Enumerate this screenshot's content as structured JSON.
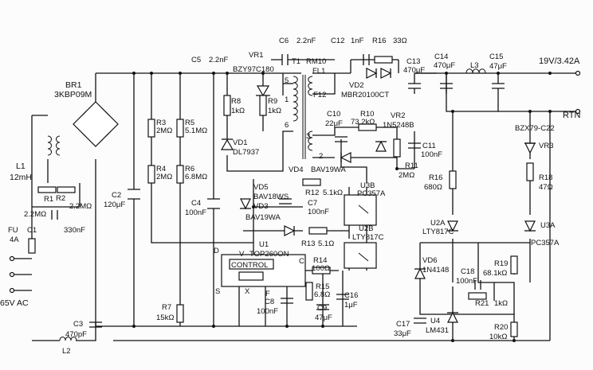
{
  "labels": {
    "br1": "BR1",
    "br1_part": "3KBP09M",
    "l1": "L1",
    "l1_val": "12mH",
    "r1": "R1",
    "r1_val": "2.2MΩ",
    "r2": "R2",
    "r2_val": "2.2MΩ",
    "c1": "C1",
    "c1_val": "330nF",
    "fu": "FU",
    "fu_val": "4A",
    "ac": "65V  AC",
    "c2": "C2",
    "c2_val": "120μF",
    "r3": "R3",
    "r3_val": "2MΩ",
    "r4": "R4",
    "r4_val": "2MΩ",
    "r5": "R5",
    "r5_val": "5.1MΩ",
    "r6": "R6",
    "r6_val": "6.8MΩ",
    "c5": "C5",
    "c5_val": "2.2nF",
    "vr1": "VR1",
    "vr1_part": "BZY97C180",
    "r8": "R8",
    "r8_val": "1kΩ",
    "r9": "R9",
    "r9_val": "1kΩ",
    "vd1": "VD1",
    "vd1_part": "DL7937",
    "c4": "C4",
    "c4_val": "100nF",
    "c6": "C6",
    "c6_val": "2.2nF",
    "t1": "T1",
    "rm10": "RM10",
    "fl1": "FL1",
    "f12": "F12",
    "pin5": "5",
    "pin1": "1",
    "pin6": "6",
    "pin3": "3",
    "pin2": "2",
    "c12": "C12",
    "c12_val": "1nF",
    "r16": "R16",
    "r16_val": "33Ω",
    "vd2": "VD2",
    "vd2_part": "MBR20100CT",
    "c13": "C13",
    "c13_val": "470μF",
    "c14": "C14",
    "c14_val": "470μF",
    "l3": "L3",
    "c15": "C15",
    "c15_val": "47μF",
    "out": "19V/3.42A",
    "rtn": "RTN",
    "c10": "C10",
    "c10_val": "22μF",
    "r10": "R10",
    "r10_val": "73.2kΩ",
    "vr2": "VR2",
    "vr2_part": "1N5248B",
    "c11": "C11",
    "c11_val": "100nF",
    "r11": "R11",
    "r11_val": "2MΩ",
    "vd4": "VD4",
    "vd4_part": "BAV19WA",
    "vd5": "VD5",
    "vd5_part": "BAV18WS",
    "vd3": "VD3",
    "vd3_part": "BAV19WA",
    "r12": "R12",
    "r12_val": "5.1kΩ",
    "c7": "C7",
    "c7_val": "100nF",
    "u3b": "U3B",
    "u3b_part": "PC357A",
    "u2b": "U2B",
    "u2b_part": "LTY817C",
    "r13": "R13",
    "r13_val": "5.1Ω",
    "u1": "U1",
    "u1_part": "TOP260ON",
    "d": "D",
    "v": "V",
    "control": "CONTROL",
    "s": "S",
    "x": "X",
    "f": "F",
    "c": "C",
    "r14": "R14",
    "r14_val": "100Ω",
    "r15": "R15",
    "r15_val": "6.8Ω",
    "c16": "C16",
    "c16_val": "1μF",
    "c8": "C8",
    "c8_val": "100nF",
    "c9": "C9",
    "c9_val": "47μF",
    "r7": "R7",
    "r7_val": "15kΩ",
    "c3": "C3",
    "c3_val": "470pF",
    "l2": "L2",
    "r16b": "R16",
    "r16b_val": "680Ω",
    "bzx": "BZX79-C22",
    "vr3": "VR3",
    "r18": "R18",
    "r18_val": "47Ω",
    "u2a": "U2A",
    "u2a_part": "LTY817C",
    "u3a": "U3A",
    "u3a_part": "PC357A",
    "vd6": "VD6",
    "vd6_part": "1N4148",
    "c18": "C18",
    "c18_val": "100nF",
    "r19": "R19",
    "r19_val": "68.1kΩ",
    "r21": "R21",
    "r21_val": "1kΩ",
    "c17": "C17",
    "c17_val": "33μF",
    "u4": "U4",
    "u4_part": "LM431",
    "r20": "R20",
    "r20_val": "10kΩ"
  }
}
